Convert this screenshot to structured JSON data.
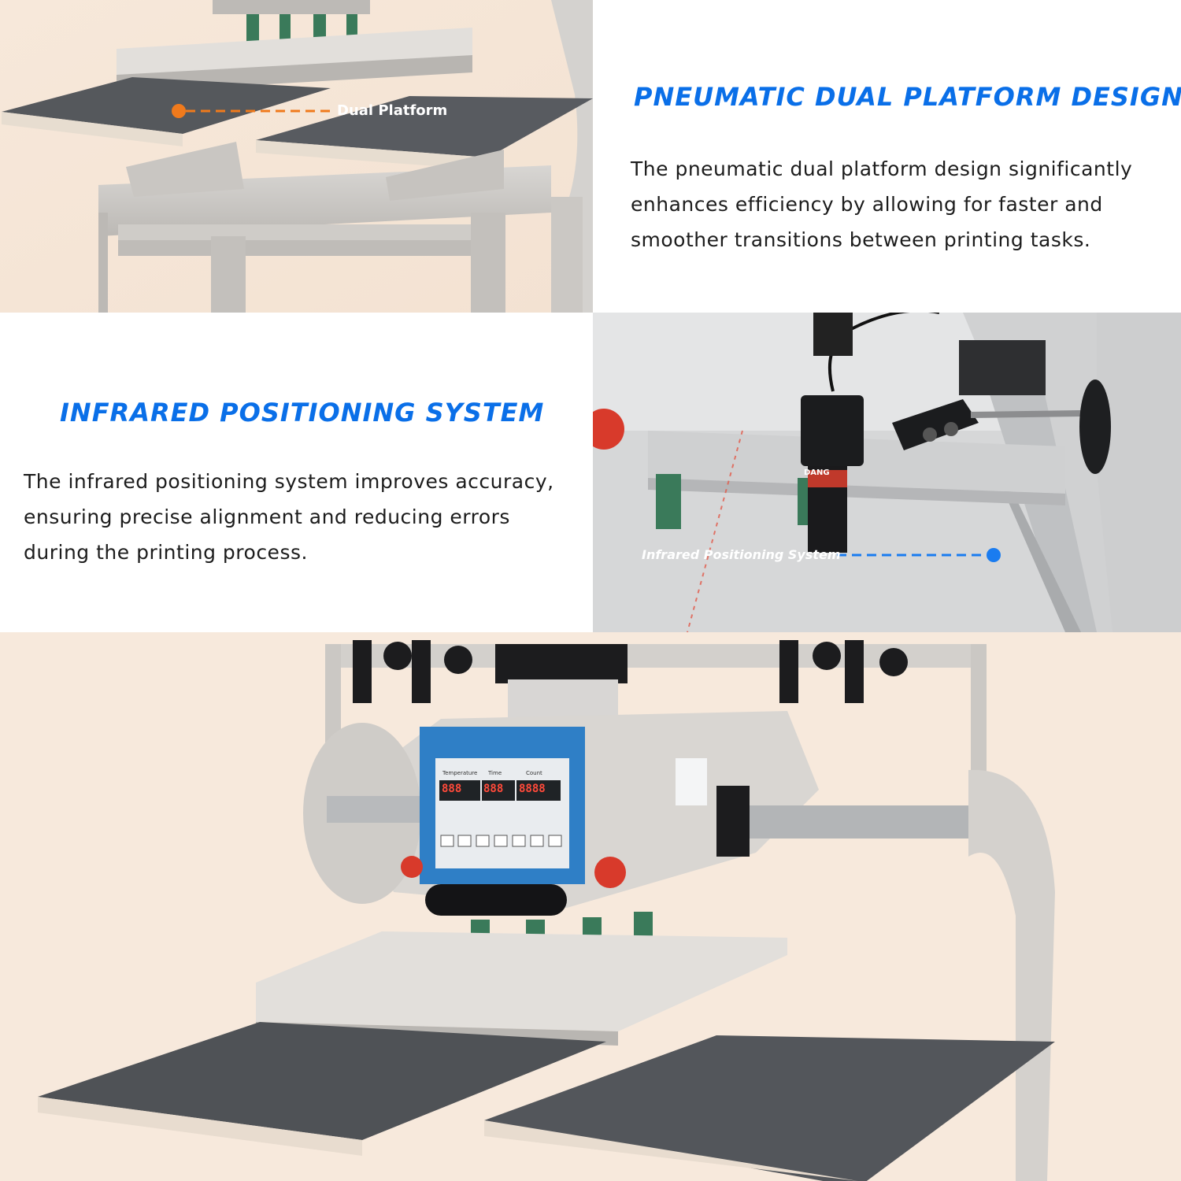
{
  "feature_1": {
    "heading": "PNEUMATIC DUAL PLATFORM DESIGN",
    "line_1": "The pneumatic dual platform design significantly",
    "line_2": "enhances efficiency by allowing for faster and",
    "line_3": "smoother transitions between printing tasks.",
    "callout_label": "Dual Platform",
    "accent_color": "#f07a1c"
  },
  "feature_2": {
    "heading": "INFRARED POSITIONING SYSTEM",
    "line_1": "The infrared positioning system improves accuracy,",
    "line_2": "ensuring precise alignment and reducing errors",
    "line_3": "during the printing process.",
    "callout_label": "Infrared Positioning System",
    "accent_color": "#1a7cf0"
  },
  "control_panel": {
    "label_temperature": "Temperature",
    "label_time": "Time",
    "label_count": "Count",
    "display_1": "888",
    "display_2": "888",
    "display_3": "8888"
  },
  "laser_label": "DANG",
  "heading_color": "#0a6fe8"
}
